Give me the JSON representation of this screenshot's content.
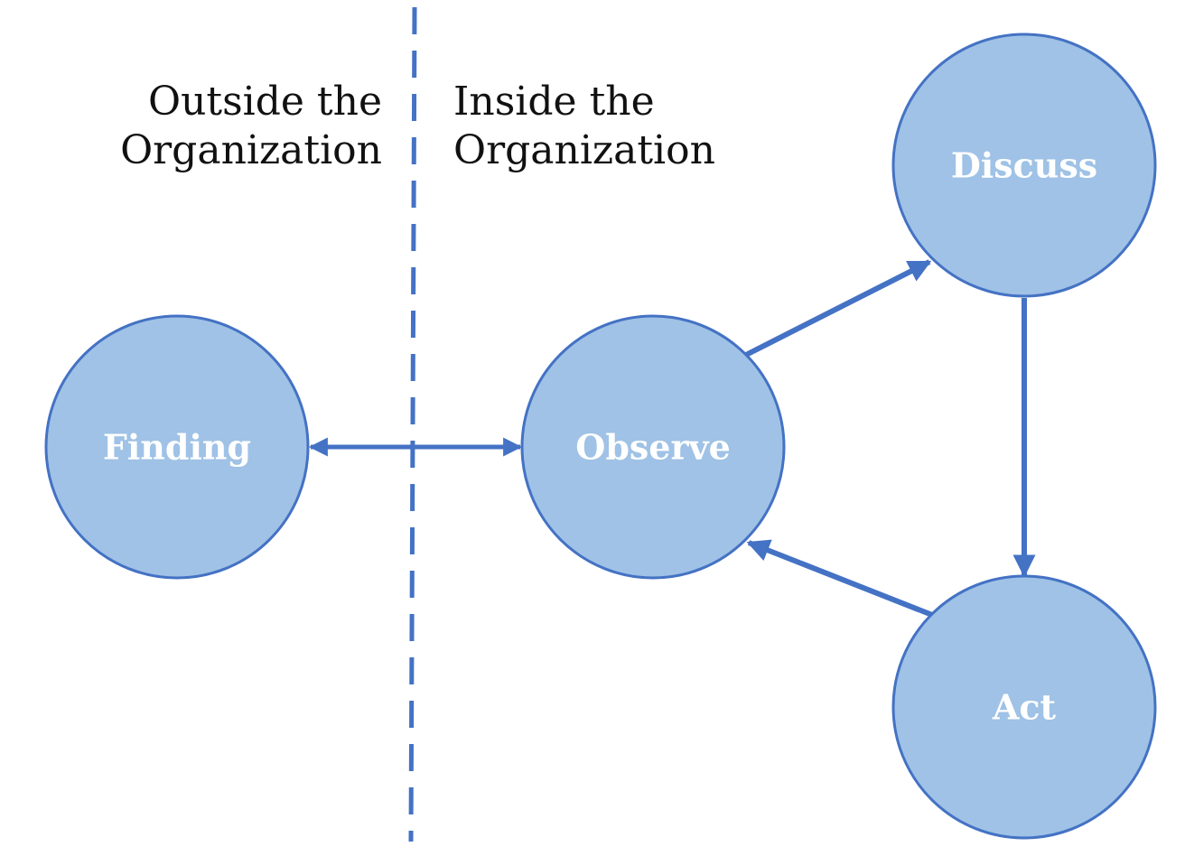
{
  "regions": {
    "outside": {
      "line1": "Outside the",
      "line2": "Organization"
    },
    "inside": {
      "line1": "Inside the",
      "line2": "Organization"
    }
  },
  "nodes": {
    "finding": {
      "label": "Finding"
    },
    "observe": {
      "label": "Observe"
    },
    "discuss": {
      "label": "Discuss"
    },
    "act": {
      "label": "Act"
    }
  },
  "edges": [
    {
      "from": "finding",
      "to": "observe",
      "direction": "both"
    },
    {
      "from": "observe",
      "to": "discuss",
      "direction": "forward"
    },
    {
      "from": "discuss",
      "to": "act",
      "direction": "forward"
    },
    {
      "from": "act",
      "to": "observe",
      "direction": "forward"
    }
  ],
  "colors": {
    "node_fill": "#9fc2e6",
    "node_stroke": "#4472c4",
    "edge": "#4472c4",
    "divider": "#4472c4",
    "node_text": "#ffffff"
  }
}
